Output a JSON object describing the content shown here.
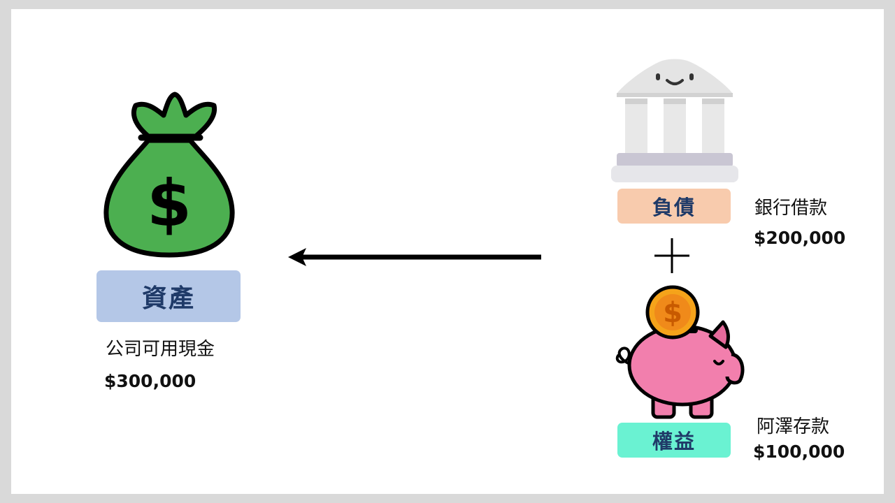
{
  "assets": {
    "title": "資產",
    "description": "公司可用現金",
    "amount": "$300,000",
    "icon": "money-bag-icon",
    "icon_symbol": "$"
  },
  "liabilities": {
    "title": "負債",
    "description": "銀行借款",
    "amount": "$200,000",
    "icon": "bank-icon"
  },
  "equity": {
    "title": "權益",
    "description": "阿澤存款",
    "amount": "$100,000",
    "icon": "piggy-bank-icon",
    "icon_symbol": "$"
  },
  "operator": "+",
  "colors": {
    "assets_box": "#b4c7e7",
    "liabilities_box": "#f8cbad",
    "equity_box": "#6af2d2",
    "money_bag": "#4caf50",
    "piggy": "#f27fad",
    "coin": "#f5a31a",
    "bank": "#dcdcdc"
  }
}
